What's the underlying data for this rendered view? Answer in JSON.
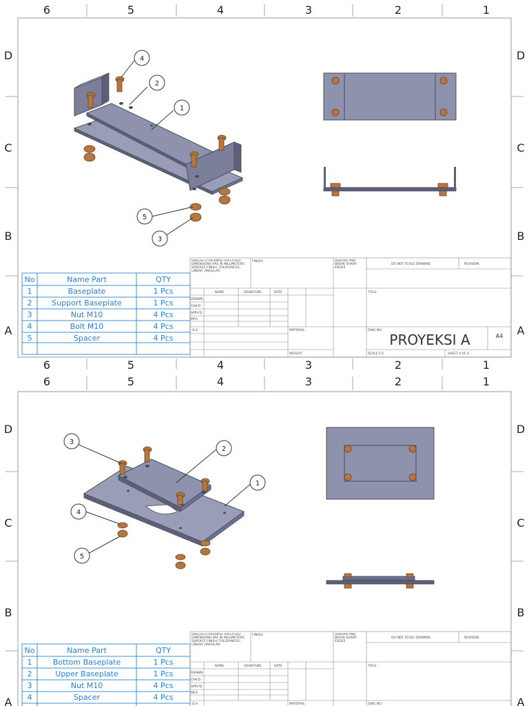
{
  "sheets": [
    {
      "col_labels": [
        "6",
        "5",
        "4",
        "3",
        "2",
        "1"
      ],
      "row_labels": [
        "D",
        "C",
        "B",
        "A"
      ],
      "bom": {
        "headers": [
          "No",
          "Name Part",
          "QTY"
        ],
        "rows": [
          [
            "1",
            "Baseplate",
            "1 Pcs"
          ],
          [
            "2",
            "Support Baseplate",
            "1 Pcs"
          ],
          [
            "3",
            "Nut M10",
            "4 Pcs"
          ],
          [
            "4",
            "Bolt M10",
            "4 Pcs"
          ],
          [
            "5",
            "Spacer",
            "4 Pcs"
          ]
        ]
      },
      "balloons": [
        "1",
        "2",
        "3",
        "4",
        "5"
      ],
      "title_block": {
        "notes": "UNLESS OTHERWISE SPECIFIED: DIMENSIONS ARE IN MILLIMETERS SURFACE FINISH: TOLERANCES: LINEAR: ANGULAR:",
        "finish": "FINISH:",
        "deburr": "DEBURR AND BREAK SHARP EDGES",
        "do_not_scale": "DO NOT SCALE DRAWING",
        "revision": "REVISION",
        "name": "NAME",
        "signature": "SIGNATURE",
        "date": "DATE",
        "title": "TITLE:",
        "drawn": "DRAWN",
        "chkd": "CHK'D",
        "appvd": "APPV'D",
        "mfg": "MFG",
        "qa": "Q.A",
        "material": "MATERIAL:",
        "dwg_no": "DWG NO.",
        "dwg_name": "PROYEKSI A",
        "size": "A4",
        "weight": "WEIGHT:",
        "scale": "SCALE:1:5",
        "sheet": "SHEET 4 OF 4"
      }
    },
    {
      "col_labels": [
        "6",
        "5",
        "4",
        "3",
        "2",
        "1"
      ],
      "row_labels": [
        "D",
        "C",
        "B",
        "A"
      ],
      "bom": {
        "headers": [
          "No",
          "Name Part",
          "QTY"
        ],
        "rows": [
          [
            "1",
            "Bottom Baseplate",
            "1 Pcs"
          ],
          [
            "2",
            "Upper Baseplate",
            "1 Pcs"
          ],
          [
            "3",
            "Nut M10",
            "4 Pcs"
          ],
          [
            "4",
            "Spacer",
            "4 Pcs"
          ]
        ]
      },
      "balloons": [
        "1",
        "2",
        "3",
        "4",
        "5"
      ],
      "title_block": {
        "notes": "UNLESS OTHERWISE SPECIFIED: DIMENSIONS ARE IN MILLIMETERS SURFACE FINISH: TOLERANCES: LINEAR: ANGULAR:",
        "finish": "FINISH:",
        "deburr": "DEBURR AND BREAK SHARP EDGES",
        "do_not_scale": "DO NOT SCALE DRAWING",
        "revision": "REVISION",
        "name": "NAME",
        "signature": "SIGNATURE",
        "date": "DATE",
        "title": "TITLE:",
        "drawn": "DRAWN",
        "chkd": "CHK'D",
        "appvd": "APPV'D",
        "mfg": "MFG",
        "qa": "Q.A",
        "material": "MATERIAL:",
        "dwg_no": "DWG NO."
      }
    }
  ],
  "colors": {
    "border": "#999999",
    "bom_line": "#3b8fd8",
    "bom_text": "#2a7fd4",
    "plate_fill": "#8e92ad",
    "plate_dark": "#5d6078",
    "bolt": "#b5773f",
    "bolt_dark": "#6b4323",
    "label": "#222222"
  }
}
